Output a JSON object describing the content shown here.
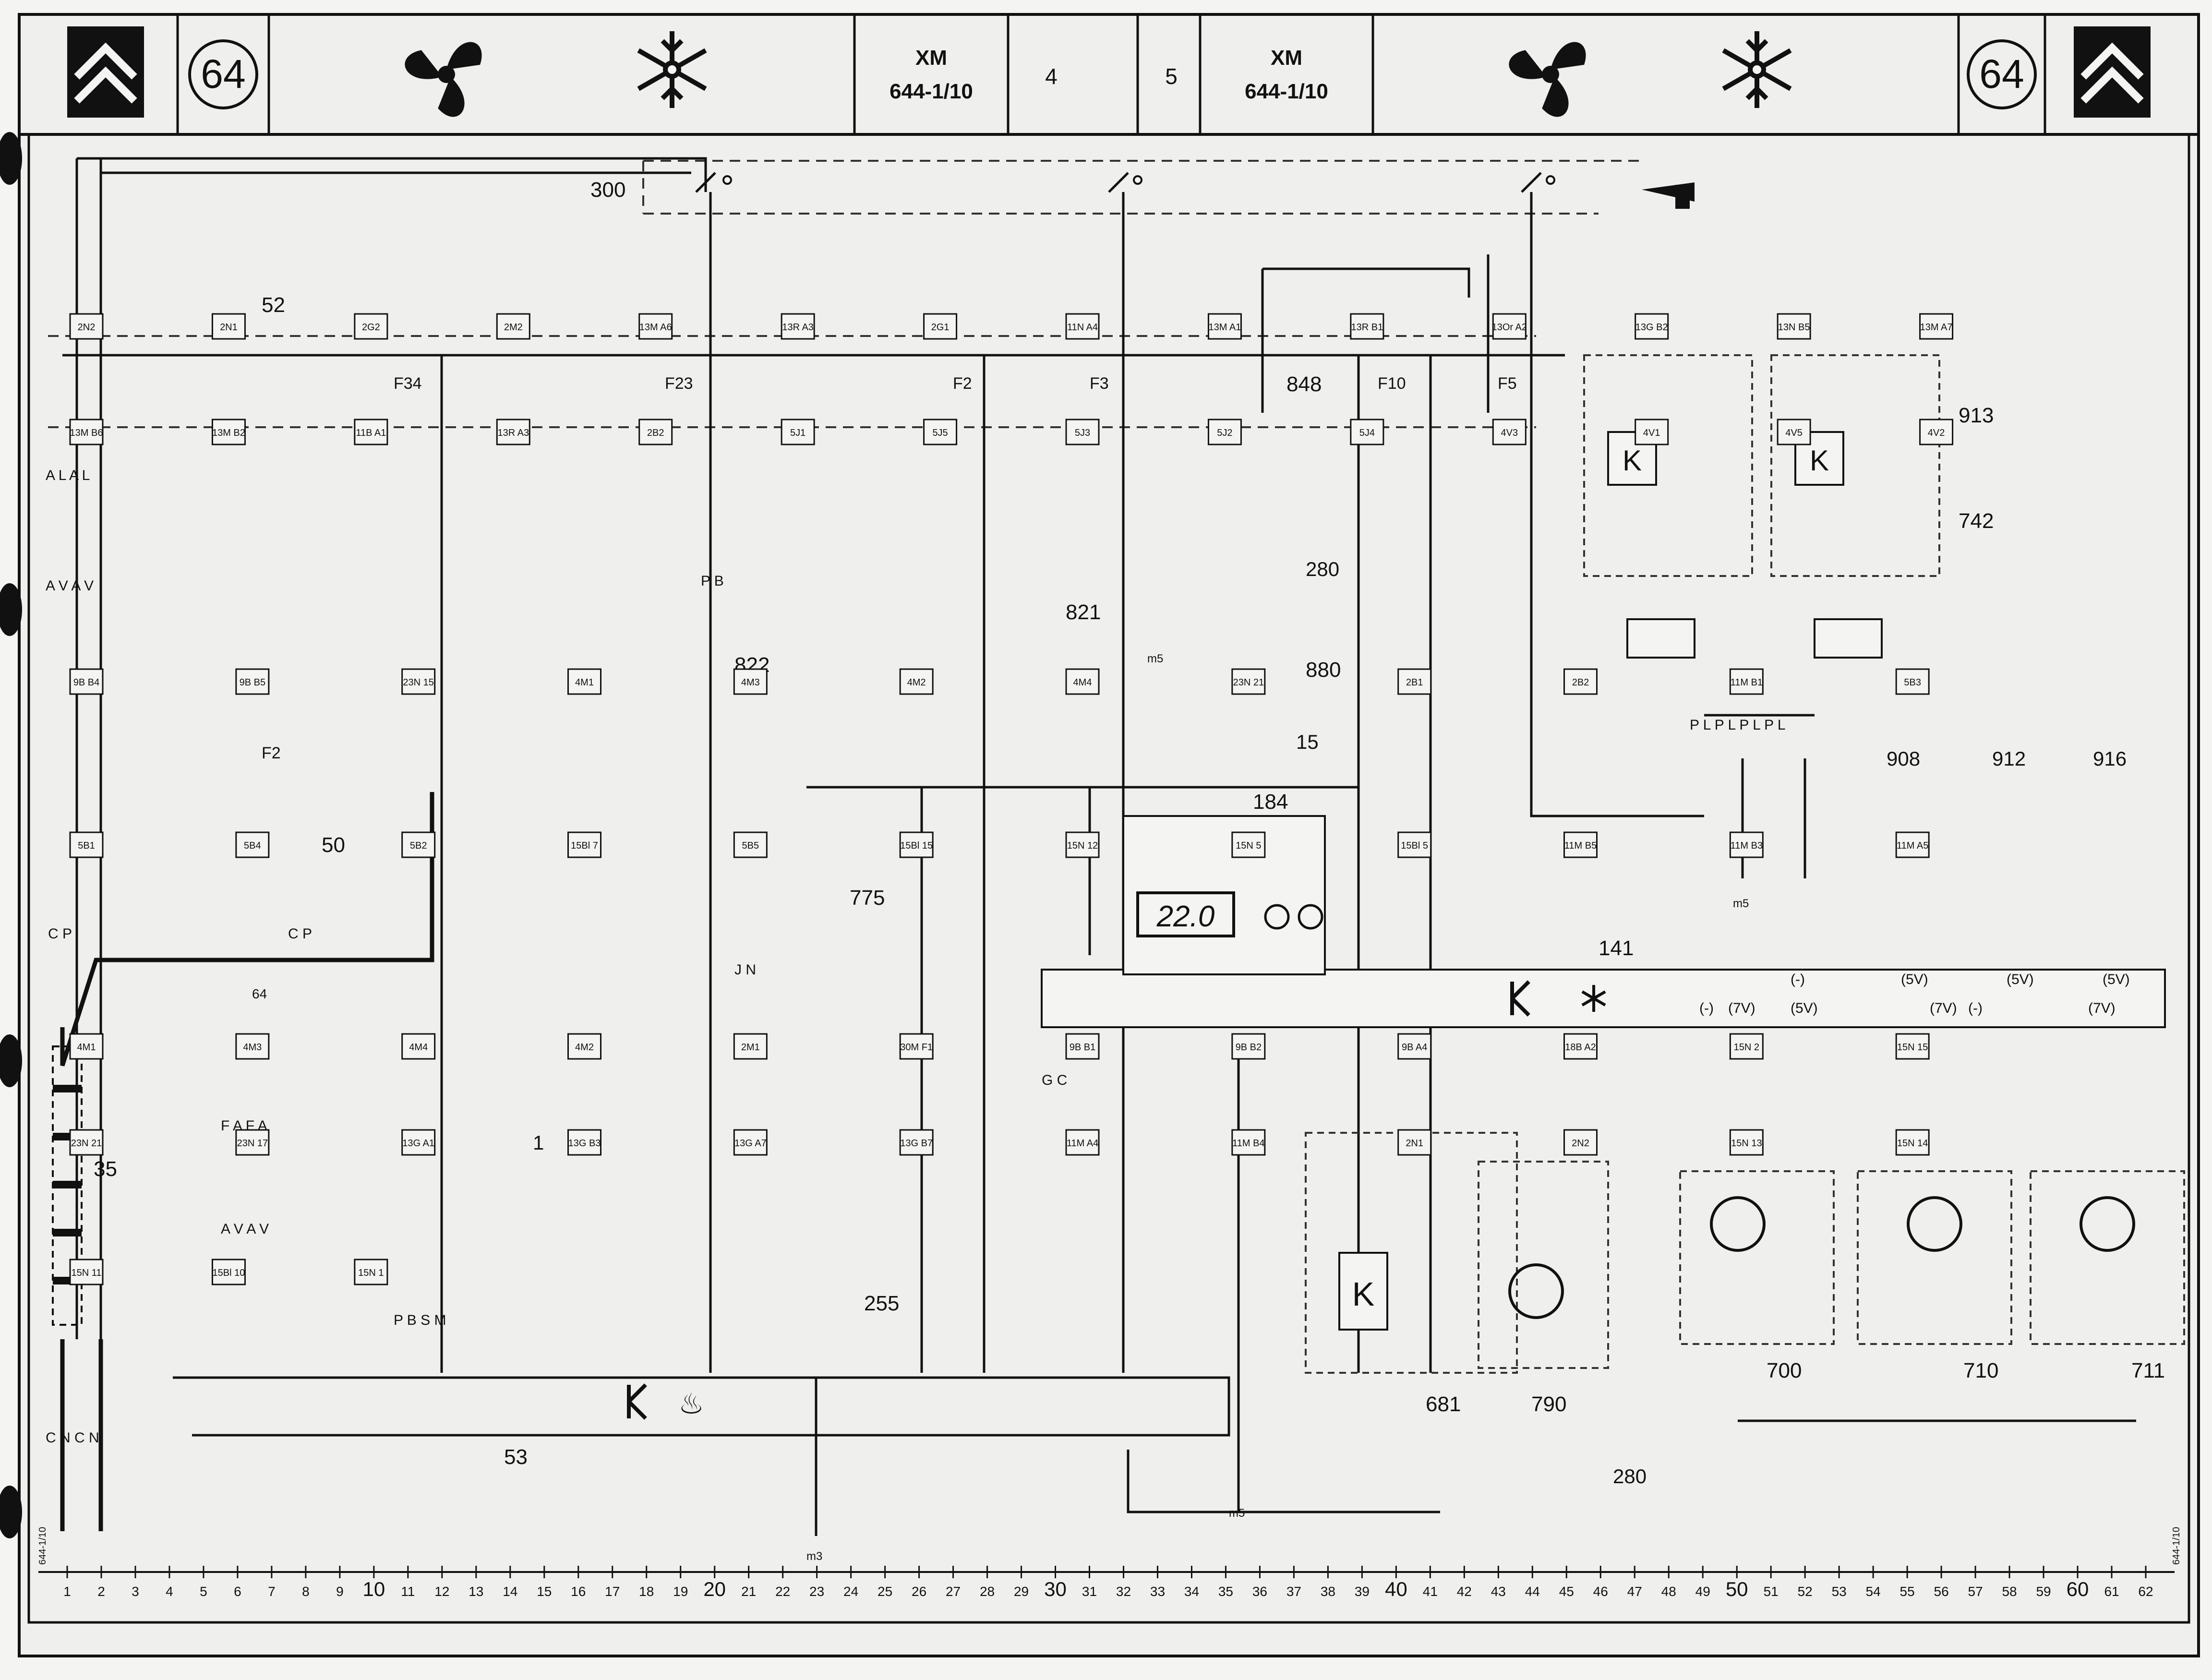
{
  "header": {
    "section_number": "64",
    "model": "XM",
    "diagram_ref": "644-1/10",
    "page_left": "4",
    "page_right": "5"
  },
  "components": {
    "c300": "300",
    "c52": "52",
    "c50": "50",
    "c53": "53",
    "c35": "35",
    "c821": "821",
    "c822": "822",
    "c848": "848",
    "c880": "880",
    "c184": "184",
    "c141": "141",
    "c775": "775",
    "c255": "255",
    "c681": "681",
    "c790": "790",
    "c700": "700",
    "c710": "710",
    "c711": "711",
    "c908": "908",
    "c912": "912",
    "c916": "916",
    "c913": "913",
    "c742": "742",
    "c280a": "280",
    "c280b": "280",
    "c15": "15",
    "c1": "1",
    "c64": "64"
  },
  "display_reading": "22.0",
  "fuses": [
    "F34",
    "F23",
    "F2",
    "F3",
    "F10",
    "F5",
    "F2"
  ],
  "connectors": [
    "2N2",
    "2N1",
    "2G2",
    "2M2",
    "13M A6",
    "13R A3",
    "2G1",
    "11N A4",
    "13M A1",
    "13R B1",
    "13Or A2",
    "13G B2",
    "13N B5",
    "13M A7",
    "13M B6",
    "13M B2",
    "11B A1",
    "13R A3",
    "2B2",
    "5J1",
    "5J5",
    "5J3",
    "5J2",
    "5J4",
    "4V3",
    "4V1",
    "4V5",
    "4V2",
    "9B B4",
    "9B B5",
    "23N 15",
    "4M1",
    "4M3",
    "4M2",
    "4M4",
    "23N 21",
    "2B1",
    "2B2",
    "11M B1",
    "5B3",
    "5B1",
    "5B4",
    "5B2",
    "15Bl 7",
    "5B5",
    "15Bl 15",
    "15N 12",
    "15N 5",
    "15Bl 5",
    "11M B5",
    "11M B3",
    "11M A5",
    "4M1",
    "4M3",
    "4M4",
    "4M2",
    "2M1",
    "30M F1",
    "9B B1",
    "9B B2",
    "9B A4",
    "18B A2",
    "15N 2",
    "15N 15",
    "23N 21",
    "23N 17",
    "13G A1",
    "13G B3",
    "13G A7",
    "13G B7",
    "11M A4",
    "11M B4",
    "2N1",
    "2N2",
    "15N 13",
    "15N 14",
    "15N 11",
    "15Bl 10",
    "15N 1"
  ],
  "wire_codes": [
    "A L A L",
    "A V A V",
    "C P",
    "C P",
    "C N C N",
    "P B",
    "G C",
    "F A F A",
    "A V A V",
    "P B S M",
    "J N",
    "P L P L P L P L"
  ],
  "rail_voltages": [
    "(-)",
    "(7V)",
    "(5V)",
    "(5V)",
    "(5V)",
    "(5V)",
    "(7V)",
    "(-)",
    "(7V)",
    "(-)"
  ],
  "bottom_scale": [
    "1",
    "2",
    "3",
    "4",
    "5",
    "6",
    "7",
    "8",
    "9",
    "10",
    "11",
    "12",
    "13",
    "14",
    "15",
    "16",
    "17",
    "18",
    "19",
    "20",
    "21",
    "22",
    "23",
    "24",
    "25",
    "26",
    "27",
    "28",
    "29",
    "30",
    "31",
    "32",
    "33",
    "34",
    "35",
    "36",
    "37",
    "38",
    "39",
    "40",
    "41",
    "42",
    "43",
    "44",
    "45",
    "46",
    "47",
    "48",
    "49",
    "50",
    "51",
    "52",
    "53",
    "54",
    "55",
    "56",
    "57",
    "58",
    "59",
    "60",
    "61",
    "62"
  ],
  "ground_labels": [
    "m3",
    "m5",
    "m5",
    "m5"
  ],
  "margin_ref": "644-1/10"
}
